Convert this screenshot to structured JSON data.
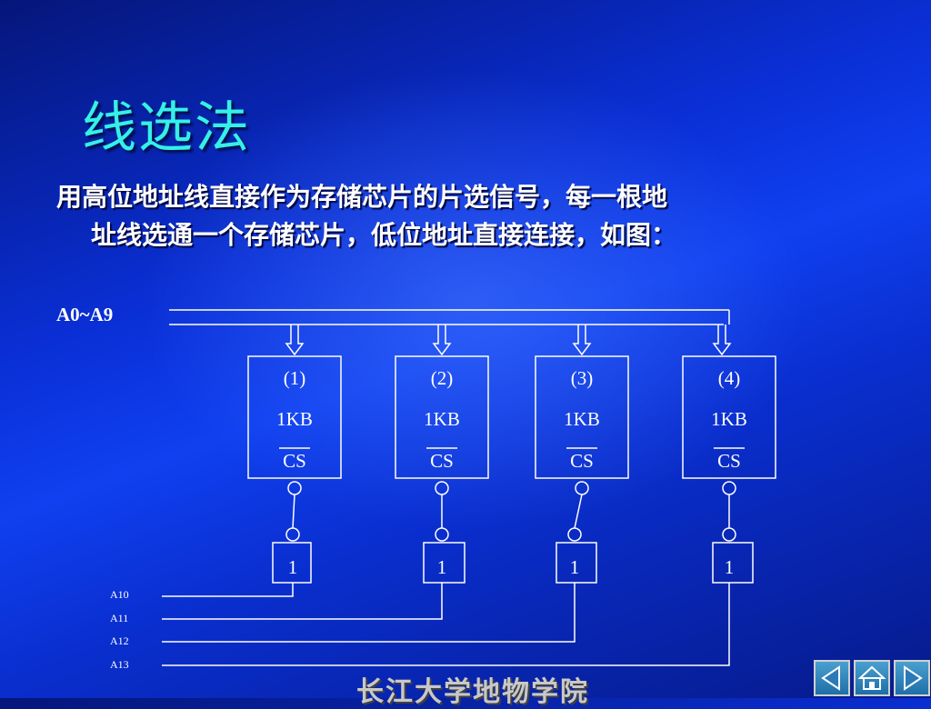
{
  "slide": {
    "title": "线选法",
    "paragraph_line1": "用高位地址线直接作为存储芯片的片选信号，每一根地",
    "paragraph_line2": "址线选通一个存储芯片，低位地址直接连接，如图：",
    "bus_label": "A0~A9",
    "chips": [
      {
        "index": "(1)",
        "size": "1KB",
        "cs": "CS"
      },
      {
        "index": "(2)",
        "size": "1KB",
        "cs": "CS"
      },
      {
        "index": "(3)",
        "size": "1KB",
        "cs": "CS"
      },
      {
        "index": "(4)",
        "size": "1KB",
        "cs": "CS"
      }
    ],
    "gates": [
      "1",
      "1",
      "1",
      "1"
    ],
    "address_lines": [
      "A10",
      "A11",
      "A12",
      "A13"
    ],
    "footer": "长江大学地物学院"
  },
  "nav": {
    "prev_icon": "triangle-left-icon",
    "home_icon": "home-icon",
    "next_icon": "triangle-right-icon"
  }
}
